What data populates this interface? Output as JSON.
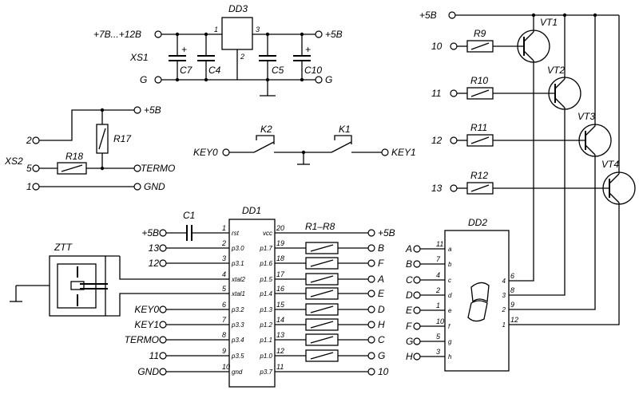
{
  "power": {
    "input": "+7В...+12В",
    "plus5": "+5В",
    "gnd": "G",
    "gnd_full": "GND"
  },
  "regulator": {
    "name": "DD3",
    "pin_in": "1",
    "pin_out": "3",
    "pin_gnd": "2",
    "connector": "XS1",
    "caps": [
      "C7",
      "C4",
      "C5",
      "C10"
    ],
    "polarity": "+"
  },
  "sensor": {
    "connector": "XS2",
    "pins": [
      "2",
      "5",
      "1"
    ],
    "r18": "R18",
    "r17": "R17",
    "termo": "TERMO"
  },
  "keys": {
    "k2": "K2",
    "k1": "K1",
    "key0": "KEY0",
    "key1": "KEY1"
  },
  "mcu": {
    "name": "DD1",
    "cap": "C1",
    "crystal": "ZTT",
    "array": "R1–R8",
    "left_labels": [
      "+5В",
      "13",
      "12",
      "KEY0",
      "KEY1",
      "TERMO",
      "11",
      "GND"
    ],
    "left_pin_numbers": [
      "1",
      "2",
      "3",
      "4",
      "5",
      "6",
      "7",
      "8",
      "9",
      "10"
    ],
    "left_pin_names": [
      "rst",
      "p3.0",
      "p3.1",
      "xtal2",
      "xtal1",
      "p3.2",
      "p3.3",
      "p3.4",
      "p3.5",
      "gnd"
    ],
    "right_pin_numbers": [
      "20",
      "19",
      "18",
      "17",
      "16",
      "15",
      "14",
      "13",
      "12",
      "11"
    ],
    "right_pin_names": [
      "vcc",
      "p1.7",
      "p1.6",
      "p1.5",
      "p1.4",
      "p1.3",
      "p1.2",
      "p1.1",
      "p1.0",
      "p3.7"
    ],
    "right_outputs": [
      "+5В",
      "B",
      "F",
      "A",
      "E",
      "D",
      "H",
      "C",
      "G",
      "10"
    ]
  },
  "transistors": {
    "names": [
      "VT1",
      "VT2",
      "VT3",
      "VT4"
    ],
    "resistors": [
      "R9",
      "R10",
      "R11",
      "R12"
    ],
    "inputs": [
      "10",
      "11",
      "12",
      "13"
    ]
  },
  "display": {
    "name": "DD2",
    "inputs": [
      "A",
      "B",
      "C",
      "D",
      "E",
      "F",
      "G",
      "H"
    ],
    "input_pins": [
      "11",
      "7",
      "4",
      "2",
      "1",
      "10",
      "5",
      "3"
    ],
    "seg_names": [
      "a",
      "b",
      "c",
      "d",
      "e",
      "f",
      "g",
      "h"
    ],
    "common_pins": [
      "6",
      "8",
      "9",
      "12"
    ],
    "digit_numbers": [
      "4",
      "3",
      "2",
      "1"
    ]
  }
}
